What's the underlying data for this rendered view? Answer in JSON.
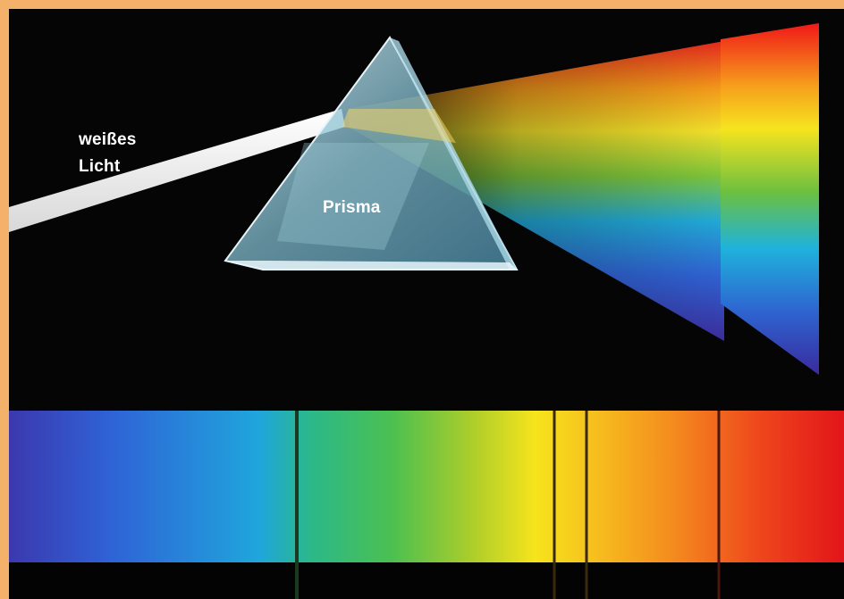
{
  "labels": {
    "white_light_line1": "weißes",
    "white_light_line2": "Licht",
    "prism": "Prisma"
  },
  "colors": {
    "border": "#f4b16a",
    "background": "#050505",
    "spectrum": [
      "#3c3ab0",
      "#2f6ad8",
      "#1aa6de",
      "#2bb86a",
      "#86c43a",
      "#f6e41c",
      "#f6a81e",
      "#ee5a1e",
      "#e21a1a"
    ]
  },
  "spectral_lines": {
    "count": 4
  }
}
